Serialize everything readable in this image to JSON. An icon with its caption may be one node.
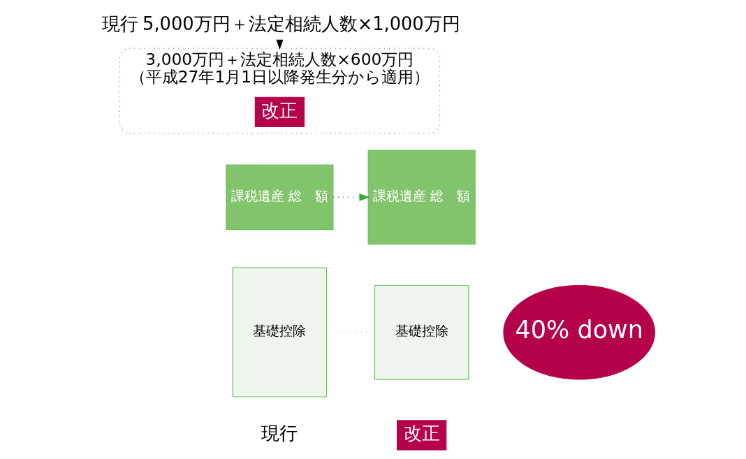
{
  "diagram": {
    "nodes": [
      {
        "text": [
          "5,000万円＋法定相続人数×1,000万円"
        ],
        "beside": [
          "現行"
        ]
      },
      {
        "text": [
          "3,000万円＋法定相続人数×600万円",
          "（平成27年1月1日以降発生分から適用）"
        ]
      },
      {
        "text": [
          "改正"
        ],
        "in": 1
      },
      {
        "text": [
          "課税遺産 総　額"
        ]
      },
      {
        "text": [
          "基礎控除"
        ]
      },
      {
        "text": [
          "課税遺産 総　額"
        ]
      },
      {
        "text": [
          "基礎控除"
        ]
      },
      {
        "text": [
          "40% down"
        ]
      },
      {
        "text": [
          "改正"
        ]
      }
    ],
    "edges": [
      {
        "from": 0,
        "to": 1,
        "arrow": "to"
      },
      {
        "from": 3,
        "to": 5,
        "arrow": "to",
        "style": "dashed",
        "color": "#3aa63a"
      },
      {
        "from": 4,
        "to": 6,
        "arrow": "none",
        "style": "dashed",
        "color": "#b8dcb0"
      }
    ],
    "labels": [
      "現行"
    ]
  }
}
